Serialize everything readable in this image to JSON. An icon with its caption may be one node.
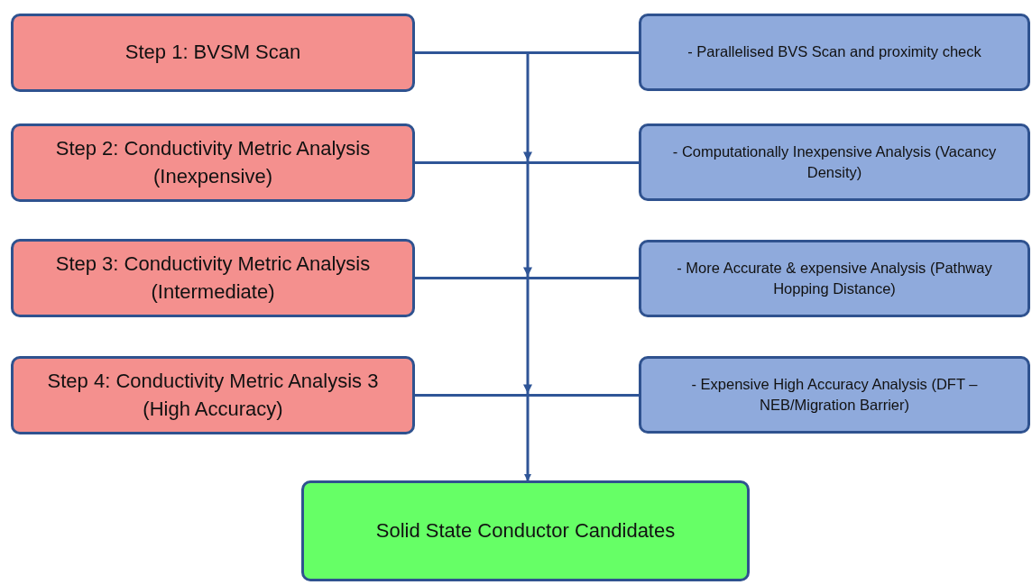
{
  "diagram": {
    "nodes": [
      {
        "text": [
          "Step 1: BVSM Scan"
        ]
      },
      {
        "text": [
          "- Parallelised BVS Scan and proximity check"
        ]
      },
      {
        "text": [
          "Step 2: Conductivity Metric Analysis (Inexpensive)"
        ]
      },
      {
        "text": [
          "- Computationally Inexpensive Analysis (Vacancy Density)"
        ]
      },
      {
        "text": [
          "Step 3: Conductivity Metric Analysis (Intermediate)"
        ]
      },
      {
        "text": [
          "- More Accurate & expensive Analysis (Pathway Hopping Distance)"
        ]
      },
      {
        "text": [
          "Step 4: Conductivity Metric Analysis 3 (High Accuracy)"
        ]
      },
      {
        "text": [
          "- Expensive High Accuracy Analysis (DFT – NEB/Migration Barrier)"
        ]
      },
      {
        "text": [
          "Solid State Conductor Candidates"
        ]
      }
    ],
    "edges": [
      {
        "from": 0,
        "to": 1,
        "arrow": "none"
      },
      {
        "from": 2,
        "to": 3,
        "arrow": "none"
      },
      {
        "from": 4,
        "to": 5,
        "arrow": "none"
      },
      {
        "from": 6,
        "to": 7,
        "arrow": "none"
      },
      {
        "from": 0,
        "to": 2,
        "arrow": "to"
      },
      {
        "from": 2,
        "to": 4,
        "arrow": "to"
      },
      {
        "from": 4,
        "to": 6,
        "arrow": "to"
      },
      {
        "from": 6,
        "to": 8,
        "arrow": "to"
      }
    ]
  }
}
